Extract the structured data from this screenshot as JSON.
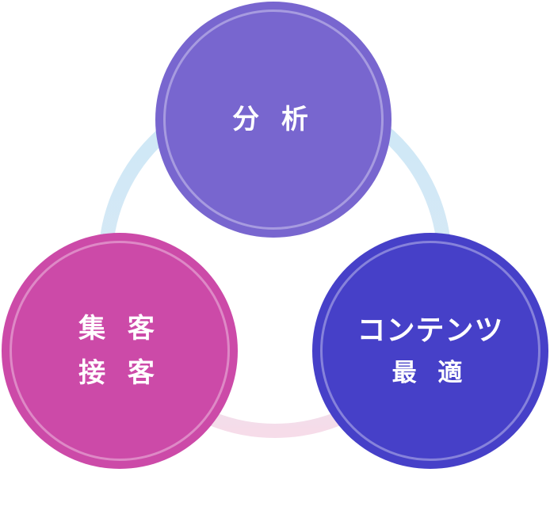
{
  "diagram": {
    "nodes": [
      {
        "id": "analysis",
        "lines": [
          "分 析"
        ],
        "color": "#7866cf"
      },
      {
        "id": "acquisition",
        "lines": [
          "集 客",
          "接 客"
        ],
        "color": "#cc4aa8"
      },
      {
        "id": "content",
        "lines": [
          "コンテンツ",
          "最 適"
        ],
        "color": "#4640c8"
      }
    ],
    "ring_colors": {
      "blue": "#cde8f6",
      "pink": "#f6dce9"
    }
  }
}
